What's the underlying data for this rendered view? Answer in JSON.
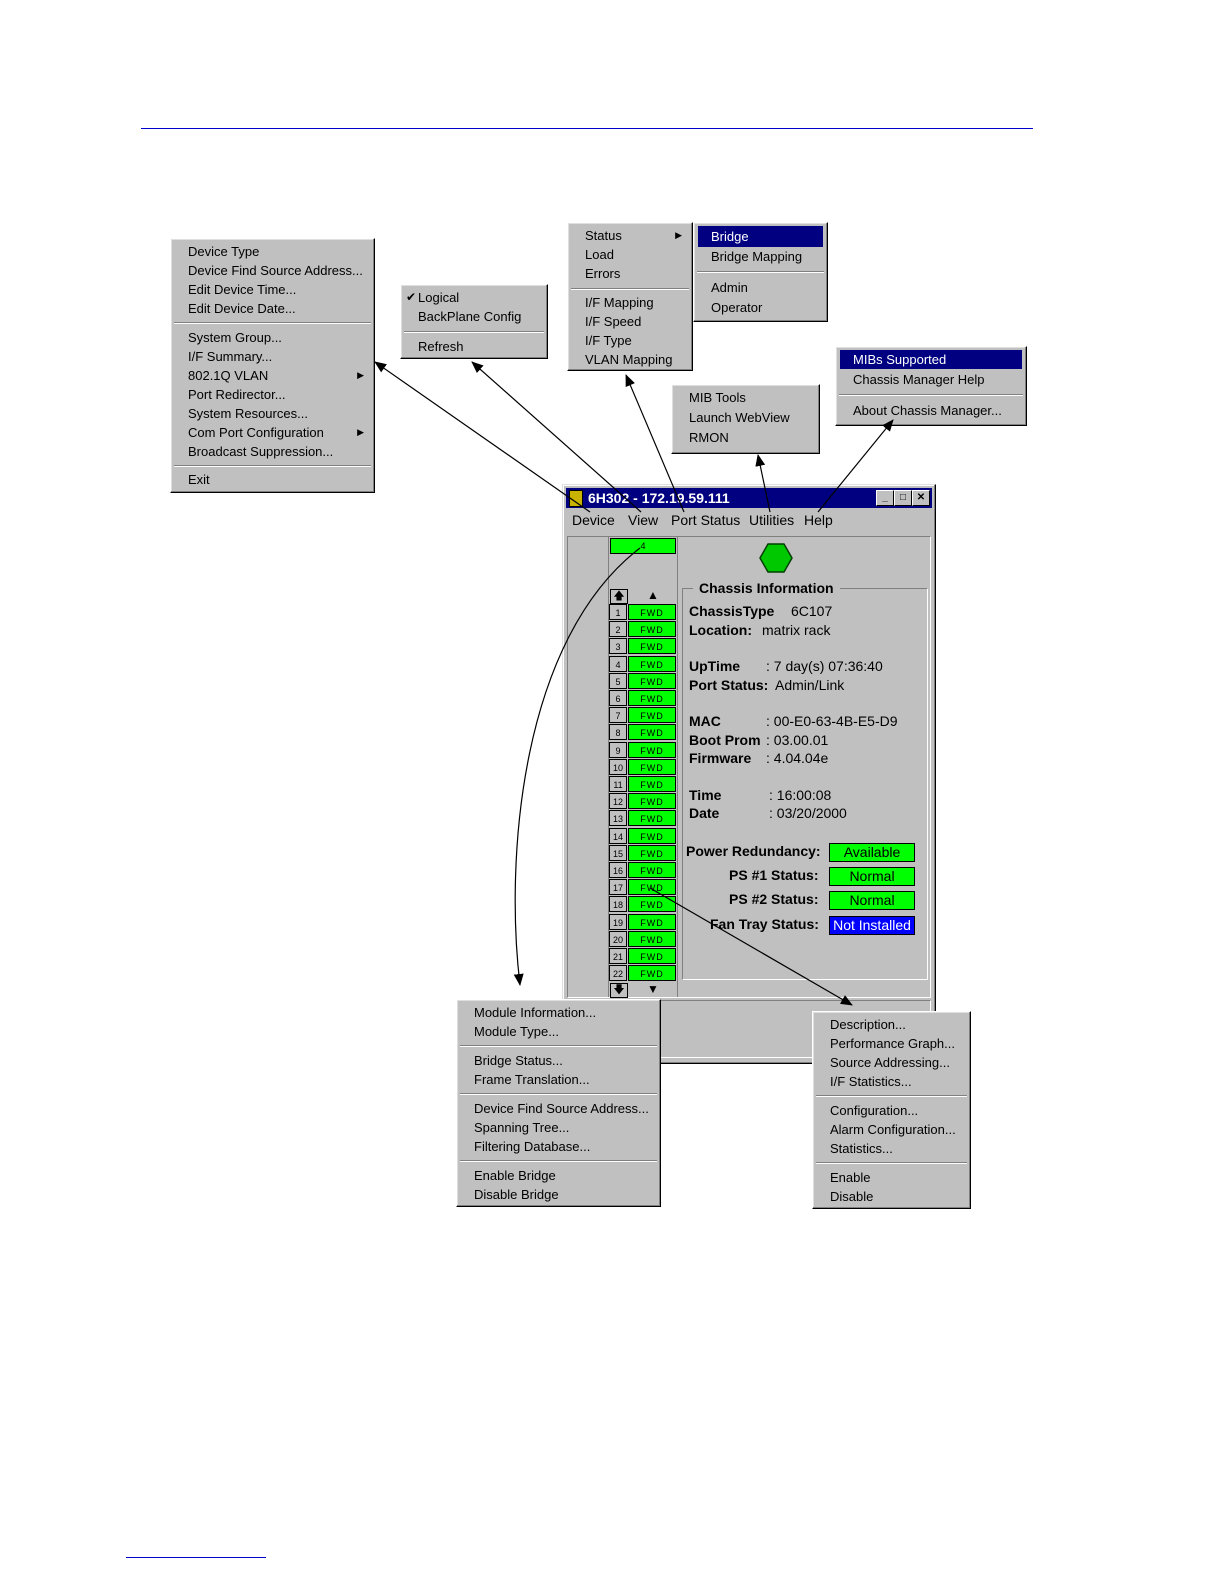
{
  "colors": {
    "rule": "#0000cc",
    "menu_bg": "#c0c0c0",
    "highlight": "#000080",
    "fwd": "#00ff00",
    "not_installed": "#0000ff"
  },
  "device_menu": {
    "items": [
      "Device Type",
      "Device Find Source Address...",
      "Edit Device Time...",
      "Edit Device Date...",
      "System Group...",
      "I/F Summary...",
      "802.1Q VLAN",
      "Port Redirector...",
      "System Resources...",
      "Com Port Configuration",
      "Broadcast Suppression...",
      "Exit"
    ]
  },
  "view_menu": {
    "items": [
      "Logical",
      "BackPlane Config",
      "Refresh"
    ],
    "checked": "Logical"
  },
  "port_status_menu": {
    "items": [
      "Status",
      "Load",
      "Errors",
      "I/F Mapping",
      "I/F Speed",
      "I/F Type",
      "VLAN Mapping"
    ]
  },
  "status_submenu": {
    "items": [
      "Bridge",
      "Bridge Mapping",
      "Admin",
      "Operator"
    ],
    "selected": "Bridge"
  },
  "utilities_menu": {
    "items": [
      "MIB Tools",
      "Launch WebView",
      "RMON"
    ]
  },
  "help_menu": {
    "items": [
      "MIBs Supported",
      "Chassis Manager Help",
      "About Chassis Manager..."
    ],
    "selected": "MIBs Supported"
  },
  "window": {
    "title": "6H302 - 172.19.59.111",
    "menubar": [
      "Device",
      "View",
      "Port Status",
      "Utilities",
      "Help"
    ],
    "module_slot": "4",
    "ports": [
      {
        "num": "1",
        "status": "FWD"
      },
      {
        "num": "2",
        "status": "FWD"
      },
      {
        "num": "3",
        "status": "FWD"
      },
      {
        "num": "4",
        "status": "FWD"
      },
      {
        "num": "5",
        "status": "FWD"
      },
      {
        "num": "6",
        "status": "FWD"
      },
      {
        "num": "7",
        "status": "FWD"
      },
      {
        "num": "8",
        "status": "FWD"
      },
      {
        "num": "9",
        "status": "FWD"
      },
      {
        "num": "10",
        "status": "FWD"
      },
      {
        "num": "11",
        "status": "FWD"
      },
      {
        "num": "12",
        "status": "FWD"
      },
      {
        "num": "13",
        "status": "FWD"
      },
      {
        "num": "14",
        "status": "FWD"
      },
      {
        "num": "15",
        "status": "FWD"
      },
      {
        "num": "16",
        "status": "FWD"
      },
      {
        "num": "17",
        "status": "FWD"
      },
      {
        "num": "18",
        "status": "FWD"
      },
      {
        "num": "19",
        "status": "FWD"
      },
      {
        "num": "20",
        "status": "FWD"
      },
      {
        "num": "21",
        "status": "FWD"
      },
      {
        "num": "22",
        "status": "FWD"
      }
    ],
    "chassis_info": {
      "heading": "Chassis Information",
      "chassis_type_label": "ChassisType",
      "chassis_type": "6C107",
      "location_label": "Location:",
      "location": "matrix rack",
      "uptime_label": "UpTime",
      "uptime": ": 7 day(s) 07:36:40",
      "port_status_label": "Port Status:",
      "port_status": "Admin/Link",
      "mac_label": "MAC",
      "mac": ": 00-E0-63-4B-E5-D9",
      "boot_prom_label": "Boot Prom",
      "boot_prom": ": 03.00.01",
      "firmware_label": "Firmware",
      "firmware": ": 4.04.04e",
      "time_label": "Time",
      "time": ": 16:00:08",
      "date_label": "Date",
      "date": ": 03/20/2000",
      "power_redundancy_label": "Power Redundancy:",
      "power_redundancy": "Available",
      "ps1_label": "PS #1 Status:",
      "ps1": "Normal",
      "ps2_label": "PS #2 Status:",
      "ps2": "Normal",
      "fan_tray_label": "Fan Tray Status:",
      "fan_tray": "Not Installed"
    }
  },
  "module_menu": {
    "items": [
      "Module Information...",
      "Module Type...",
      "Bridge Status...",
      "Frame Translation...",
      "Device Find Source Address...",
      "Spanning Tree...",
      "Filtering Database...",
      "Enable Bridge",
      "Disable Bridge"
    ]
  },
  "port_menu": {
    "items": [
      "Description...",
      "Performance Graph...",
      "Source Addressing...",
      "I/F Statistics...",
      "Configuration...",
      "Alarm Configuration...",
      "Statistics...",
      "Enable",
      "Disable"
    ]
  }
}
